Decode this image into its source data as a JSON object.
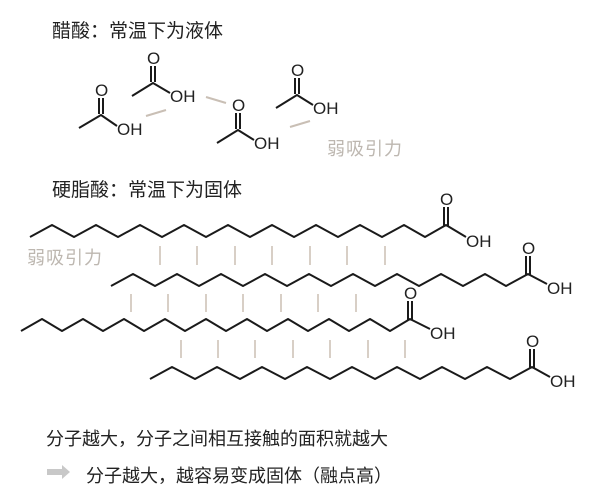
{
  "acetic_acid": {
    "heading": "醋酸：常温下为液体",
    "molecule_label_oh": "OH",
    "molecule_label_o": "O",
    "attraction_label": "弱吸引力",
    "molecule_count": 4
  },
  "stearic_acid": {
    "heading": "硬脂酸：常温下为固体",
    "attraction_label": "弱吸引力",
    "molecule_label_oh": "OH",
    "molecule_label_o": "O",
    "molecule_count": 4
  },
  "conclusion": {
    "line1": "分子越大，分子之间相互接触的面积就越大",
    "line2": "分子越大，越容易变成固体（融点高）",
    "arrow_icon": "right-arrow-icon"
  },
  "colors": {
    "bond": "#1a1a1a",
    "attraction_arrow": "#c9bfb5",
    "faint_text": "#bdb7b0",
    "arrow_icon": "#c8c8c8"
  }
}
